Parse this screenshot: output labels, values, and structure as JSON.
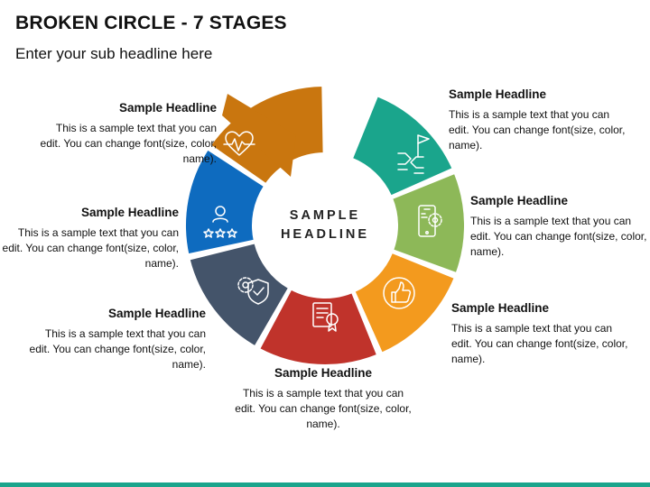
{
  "title": "BROKEN CIRCLE - 7 STAGES",
  "subtitle": "Enter your sub headline here",
  "center": {
    "line1": "SAMPLE",
    "line2": "HEADLINE"
  },
  "stages": [
    {
      "color": "#c9760f",
      "icon": "heartbeat-icon",
      "headline": "Sample Headline",
      "text": "This is a sample text that you can edit. You can change font(size, color, name)."
    },
    {
      "color": "#0e6bbf",
      "icon": "rating-person-icon",
      "headline": "Sample Headline",
      "text": "This is a sample text that you can edit. You can change font(size, color, name)."
    },
    {
      "color": "#44546a",
      "icon": "gear-shield-icon",
      "headline": "Sample Headline",
      "text": "This is a sample text that you can edit. You can change font(size, color, name)."
    },
    {
      "color": "#c0332b",
      "icon": "certificate-icon",
      "headline": "Sample Headline",
      "text": "This is a sample text that you can edit. You can change font(size, color, name)."
    },
    {
      "color": "#f39a1e",
      "icon": "thumbs-up-icon",
      "headline": "Sample Headline",
      "text": "This is a sample text that you can edit. You can change font(size, color, name)."
    },
    {
      "color": "#8db858",
      "icon": "mobile-settings-icon",
      "headline": "Sample Headline",
      "text": "This is a sample text that you can edit. You can change font(size, color, name)."
    },
    {
      "color": "#1aa58c",
      "icon": "flag-handshake-icon",
      "headline": "Sample Headline",
      "text": "This is a sample text that you can edit. You can change font(size, color, name)."
    }
  ]
}
